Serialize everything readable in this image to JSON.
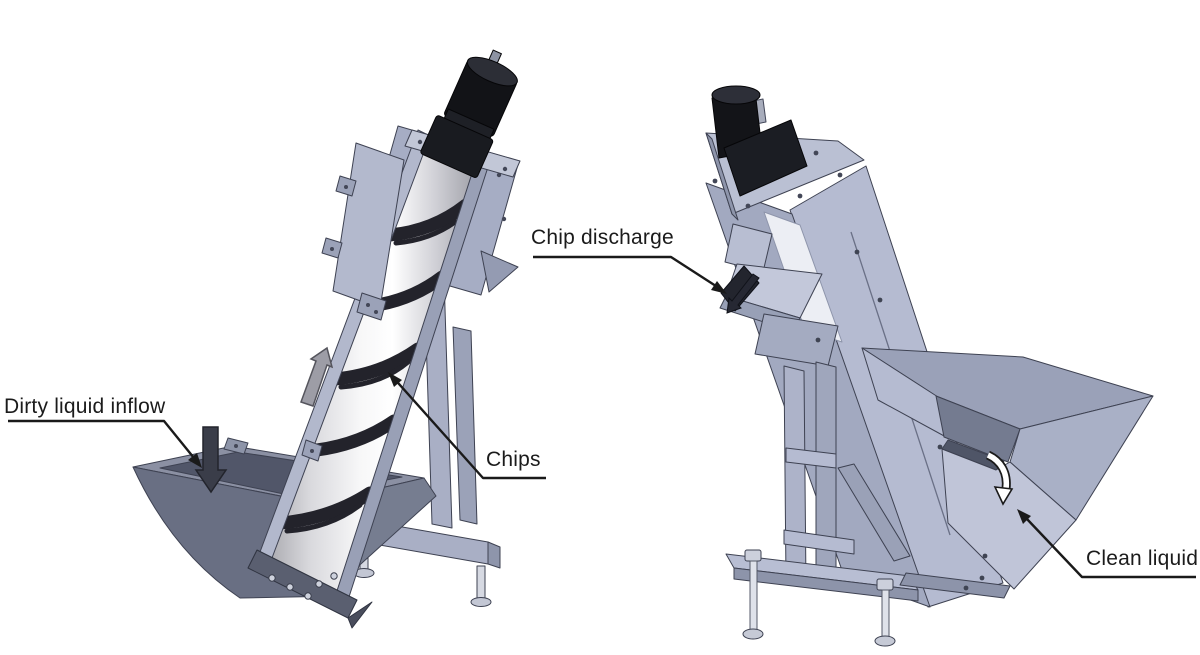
{
  "diagram": {
    "background_color": "#ffffff",
    "labels": {
      "dirty_liquid_inflow": "Dirty liquid inflow",
      "chips": "Chips",
      "chip_discharge": "Chip discharge",
      "clean_liquid": "Clean liquid"
    },
    "views": [
      {
        "name": "left-view",
        "description": "Inclined screw chip conveyor with dirty-liquid inlet hopper, front-left view"
      },
      {
        "name": "right-view",
        "description": "Same machine from rear-right showing chip discharge chute and clean-liquid outlet"
      }
    ],
    "annotations": [
      {
        "name": "dirty-liquid-flow-arrow",
        "type": "solid-down-arrow"
      },
      {
        "name": "chips-up-arrow",
        "type": "gray-up-arrow"
      },
      {
        "name": "chip-discharge-flow-arrow",
        "type": "solid-down-left-arrow"
      },
      {
        "name": "clean-liquid-flow-arrow",
        "type": "white-curved-down-arrow"
      }
    ],
    "colors": {
      "steel_light": "#b5bbd1",
      "steel_medium": "#a6adc4",
      "steel_shadow": "#8e95ab",
      "hopper_dark": "#696f83",
      "interior_dark": "#515669",
      "outline": "#3e4252",
      "motor_black": "#131418",
      "chips_black": "#23232b",
      "screw_silver": "#f2f2f4",
      "annotation_ink": "#1a1a1a"
    }
  }
}
